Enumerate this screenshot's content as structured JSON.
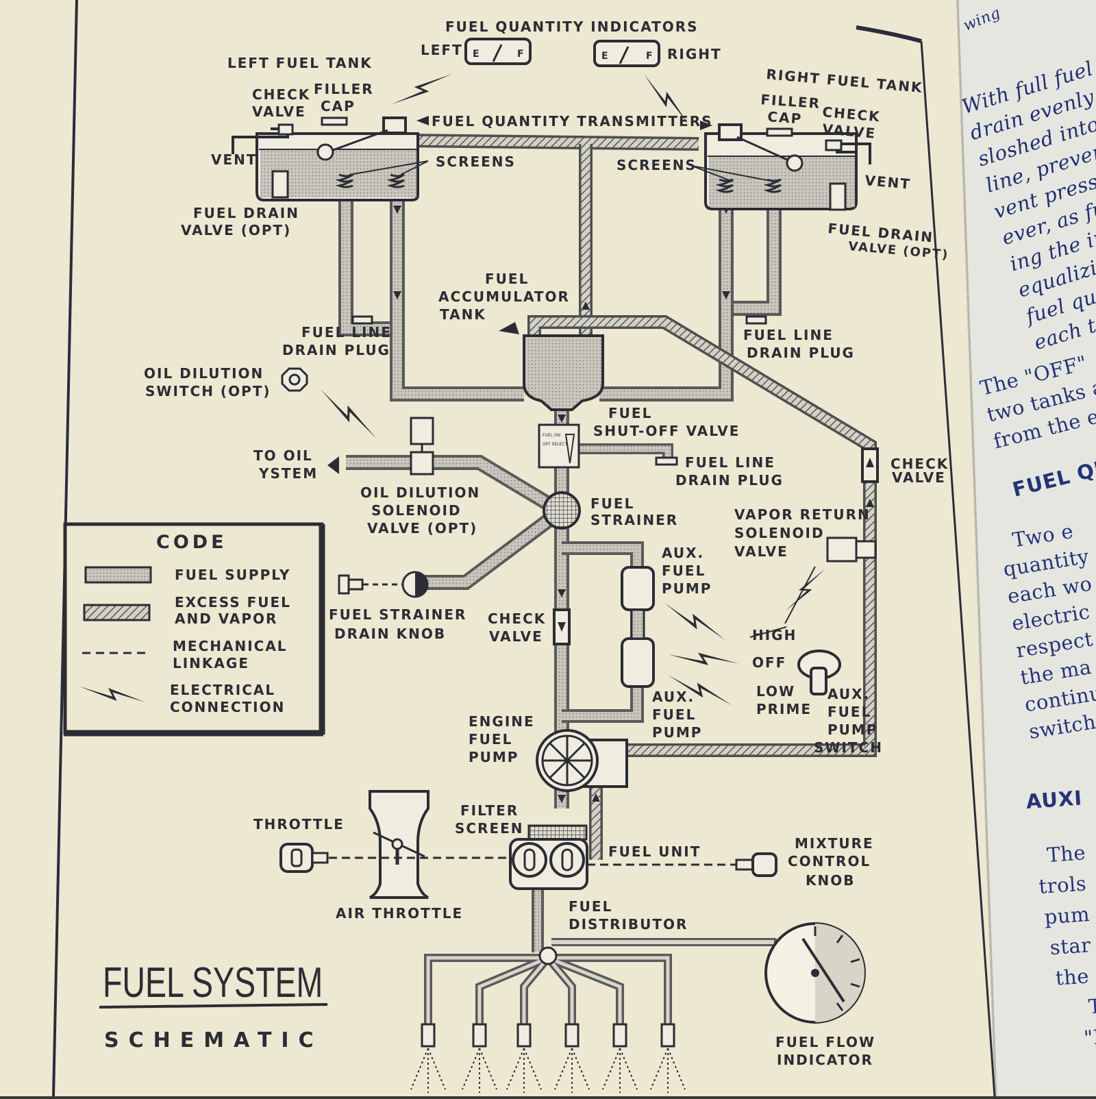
{
  "diagram": {
    "title_main": "FUEL SYSTEM",
    "title_sub": "SCHEMATIC",
    "labels": {
      "fuel_quantity_indicators": "FUEL QUANTITY INDICATORS",
      "left": "LEFT",
      "right": "RIGHT",
      "gauge_e": "E",
      "gauge_f": "F",
      "left_fuel_tank": "LEFT FUEL TANK",
      "right_fuel_tank": "RIGHT FUEL TANK",
      "check": "CHECK",
      "valve": "VALVE",
      "filler": "FILLER",
      "cap": "CAP",
      "fuel_quantity_transmitters": "FUEL QUANTITY TRANSMITTERS",
      "vent": "VENT",
      "screens": "SCREENS",
      "fuel_drain": "FUEL DRAIN",
      "valve_opt": "VALVE (OPT)",
      "fuel": "FUEL",
      "accumulator": "ACCUMULATOR",
      "tank": "TANK",
      "fuel_line": "FUEL LINE",
      "drain_plug": "DRAIN PLUG",
      "oil_dilution": "OIL DILUTION",
      "switch_opt": "SWITCH (OPT)",
      "shut_off_valve": "SHUT-OFF VALVE",
      "to_oil": "TO OIL",
      "system_partial": "YSTEM",
      "solenoid": "SOLENOID",
      "strainer": "STRAINER",
      "vapor_return": "VAPOR RETURN",
      "aux": "AUX.",
      "pump": "PUMP",
      "fuel_strainer": "FUEL STRAINER",
      "drain_knob": "DRAIN KNOB",
      "high": "HIGH",
      "off": "OFF",
      "low": "LOW",
      "prime": "PRIME",
      "switch": "SWITCH",
      "engine": "ENGINE",
      "filter": "FILTER",
      "screen": "SCREEN",
      "throttle": "THROTTLE",
      "fuel_unit": "FUEL UNIT",
      "mixture": "MIXTURE",
      "control": "CONTROL",
      "knob": "KNOB",
      "air_throttle": "AIR THROTTLE",
      "distributor": "DISTRIBUTOR",
      "fuel_flow": "FUEL FLOW",
      "indicator": "INDICATOR"
    },
    "legend": {
      "title": "CODE",
      "fuel_supply": "FUEL SUPPLY",
      "excess_1": "EXCESS FUEL",
      "excess_2": "AND VAPOR",
      "mech_1": "MECHANICAL",
      "mech_2": "LINKAGE",
      "elec_1": "ELECTRICAL",
      "elec_2": "CONNECTION"
    }
  },
  "right_page": {
    "header_word": "wing",
    "para1": [
      "With full fuel",
      "drain evenly l",
      "sloshed into t",
      "line, prevent",
      "vent pressure",
      "ever, as fuel",
      "ing the inter",
      "equalizing ta",
      "fuel quanti",
      "each tank."
    ],
    "para2": [
      "The \"OFF\"",
      "two tanks a",
      "from the e"
    ],
    "heading1": "FUEL QU",
    "para3": [
      "Two e",
      "quantity",
      "each wo",
      "electric",
      "respect",
      "the ma",
      "continu",
      "switch"
    ],
    "heading2": "AUXI",
    "para4": [
      "The",
      "trols",
      "pum",
      "star",
      "the",
      "T",
      "\"H"
    ]
  },
  "colors": {
    "paper": "#ece8d2",
    "ink": "#2c2c34",
    "fuel_supply": "#b3b3ab",
    "excess_fuel": "#8f8f88",
    "right_page_text": "#233476"
  }
}
